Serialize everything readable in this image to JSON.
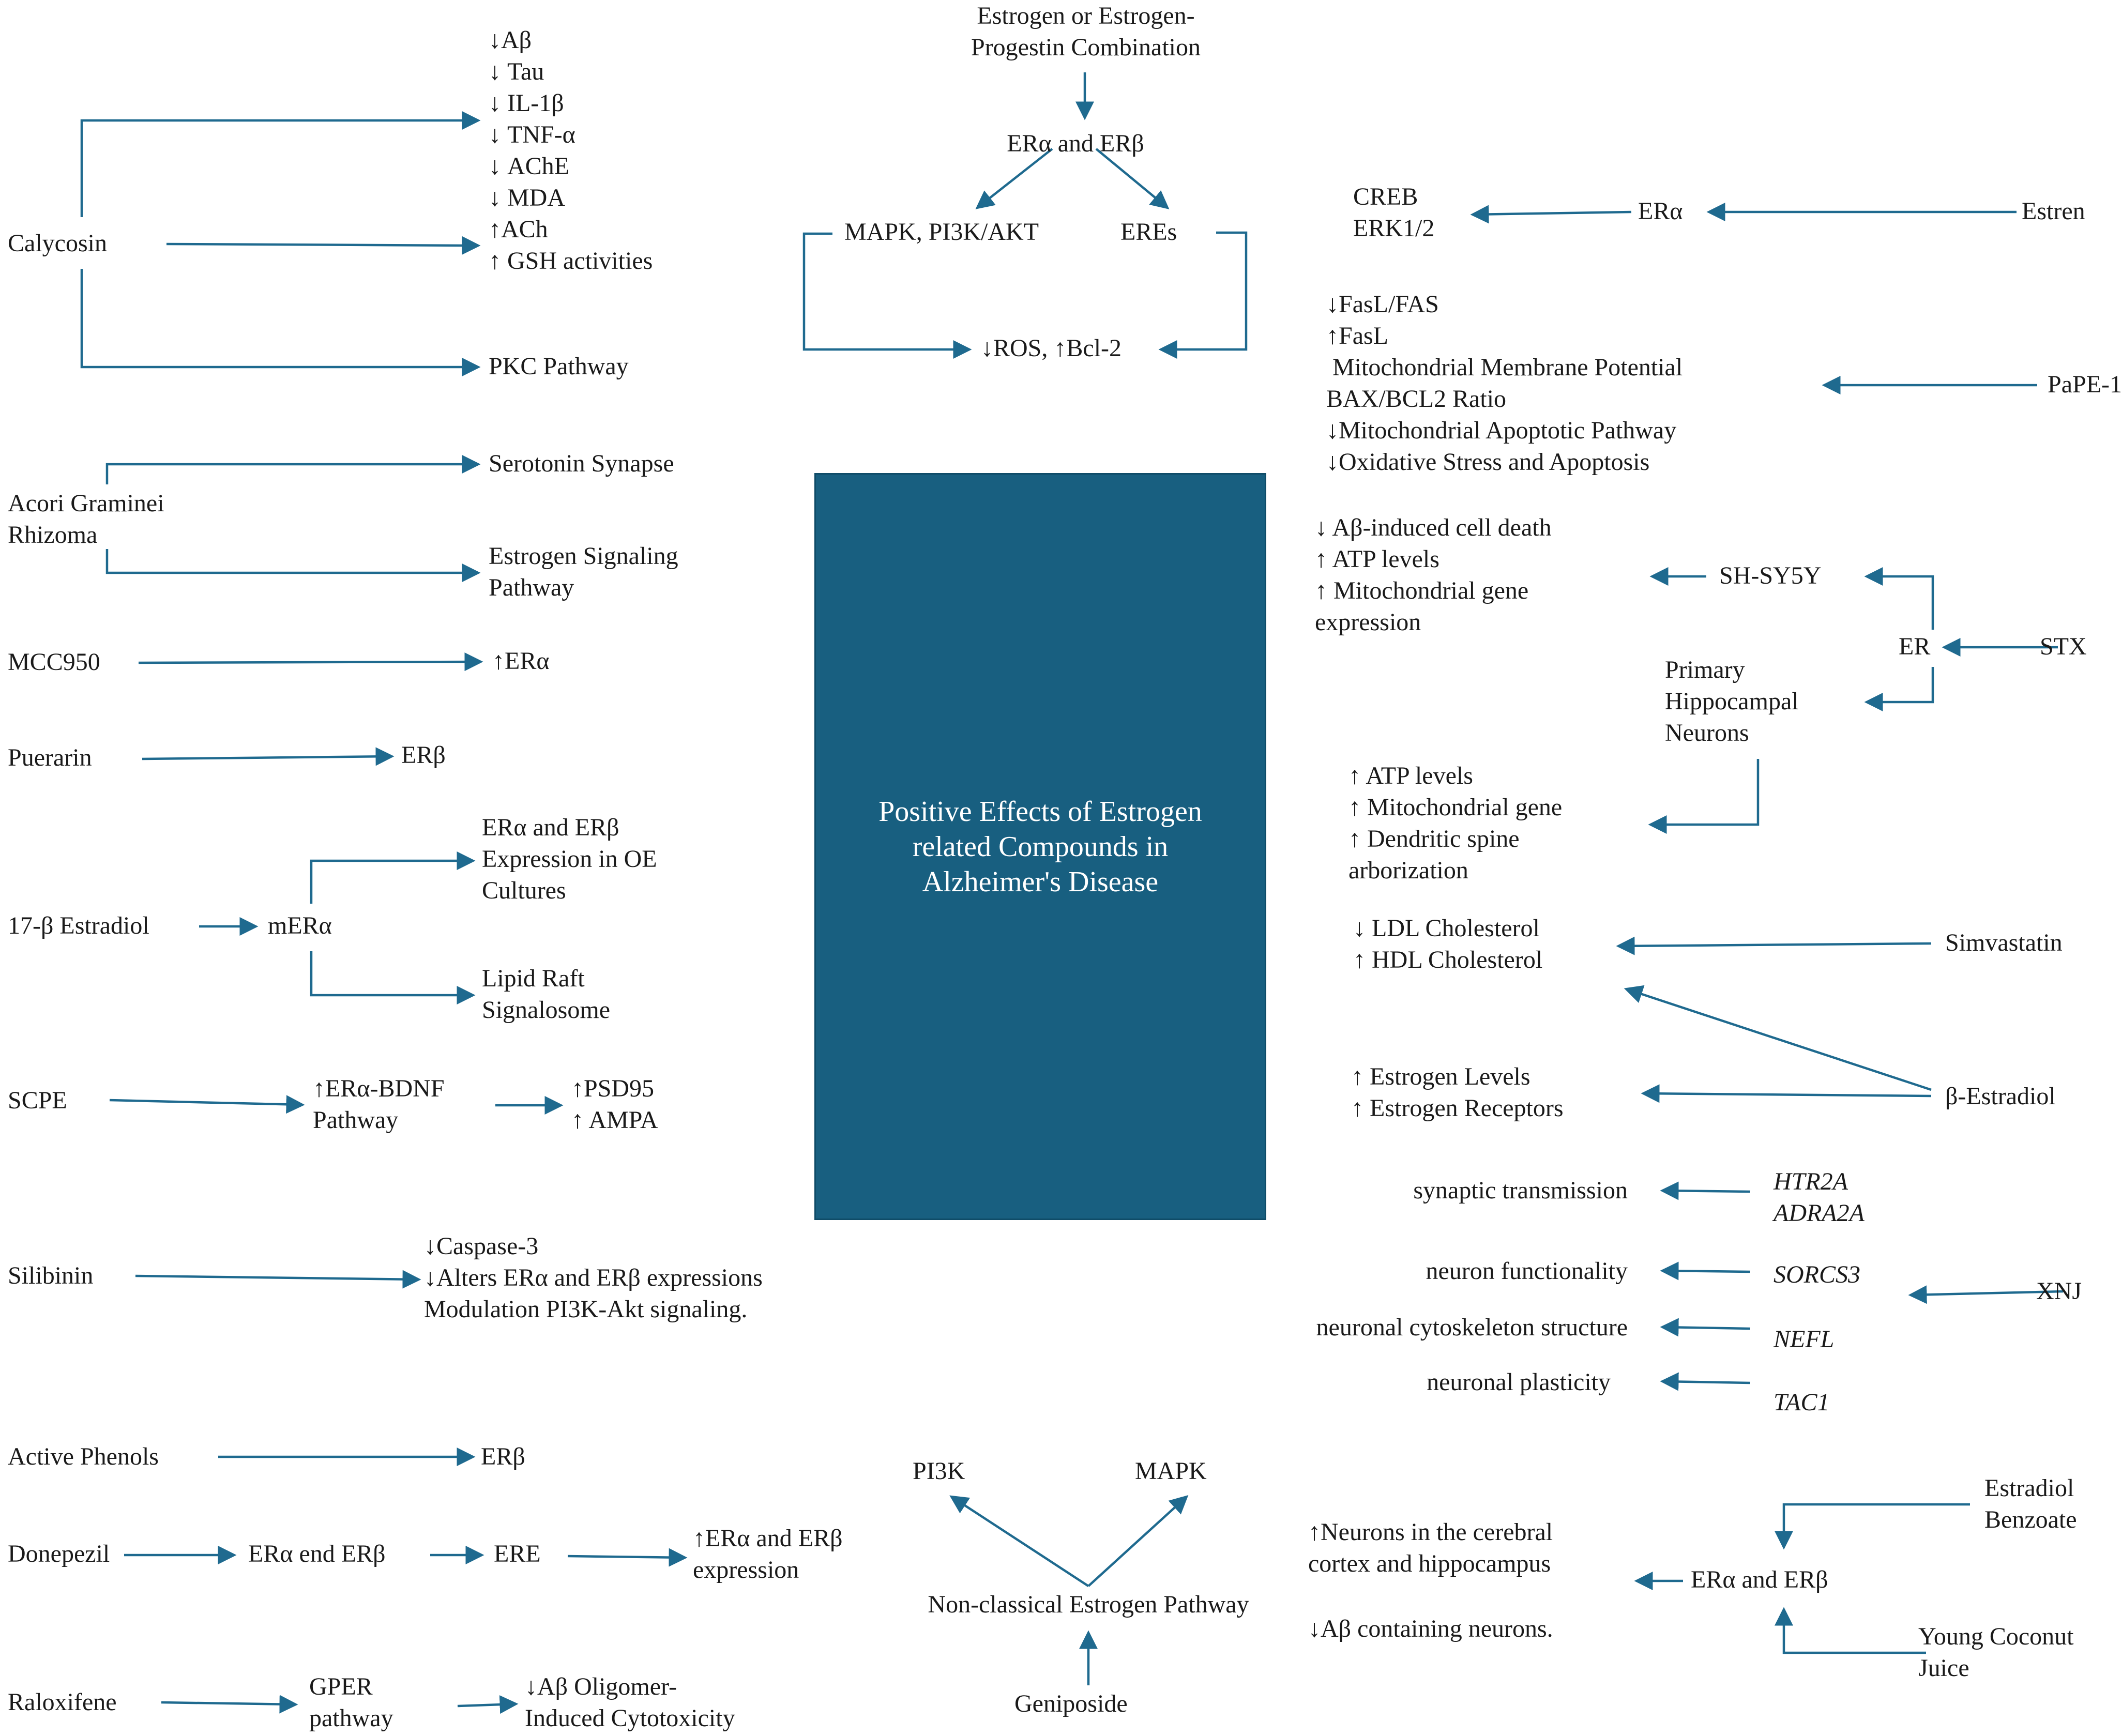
{
  "colors": {
    "arrow": "#1f6a8f",
    "center_box_fill": "#185f80",
    "center_box_text": "#ffffff",
    "text": "#1a1a1a"
  },
  "center": {
    "title": "Positive Effects of Estrogen\nrelated Compounds in\nAlzheimer's Disease"
  },
  "top_center": {
    "source": "Estrogen or Estrogen-\nProgestin Combination",
    "receptors": "ERα and ERβ",
    "mapk": "MAPK, PI3K/AKT",
    "eres": "EREs",
    "outcome": "↓ROS, ↑Bcl-2"
  },
  "left": {
    "calycosin": {
      "compound": "Calycosin",
      "effects": "↓Aβ\n↓ Tau\n↓ IL-1β\n↓ TNF-α\n↓ AChE\n↓ MDA\n↑ACh\n↑ GSH activities",
      "pkc": "PKC Pathway"
    },
    "acori": {
      "compound": "Acori Graminei\nRhizoma",
      "serotonin": "Serotonin Synapse",
      "estrogen_signaling": "Estrogen Signaling\nPathway"
    },
    "mcc950": {
      "compound": "MCC950",
      "target": "↑ERα"
    },
    "puerarin": {
      "compound": "Puerarin",
      "target": "ERβ"
    },
    "estradiol17": {
      "compound": "17-β Estradiol",
      "receptor": "mERα",
      "expression": "ERα and ERβ\nExpression in OE\nCultures",
      "lipid": "Lipid Raft\nSignalosome"
    },
    "scpe": {
      "compound": "SCPE",
      "pathway": "↑ERα-BDNF\nPathway",
      "outcome": "↑PSD95\n↑ AMPA"
    },
    "silibinin": {
      "compound": "Silibinin",
      "outcome": "↓Caspase-3\n↓Alters ERα and ERβ expressions\nModulation PI3K-Akt signaling."
    },
    "active_phenols": {
      "compound": "Active Phenols",
      "target": "ERβ"
    },
    "donepezil": {
      "compound": "Donepezil",
      "receptors": "ERα end ERβ",
      "ere": "ERE",
      "outcome": "↑ERα and ERβ\nexpression"
    },
    "raloxifene": {
      "compound": "Raloxifene",
      "pathway": "GPER\npathway",
      "outcome": "↓Aβ Oligomer-\nInduced Cytotoxicity"
    }
  },
  "bottom_center": {
    "pi3k": "PI3K",
    "mapk": "MAPK",
    "pathway": "Non-classical Estrogen Pathway",
    "compound": "Geniposide"
  },
  "right": {
    "estren": {
      "compound": "Estren",
      "receptor": "ERα",
      "targets": "CREB\nERK1/2"
    },
    "pape1": {
      "compound": "PaPE-1",
      "effects": "↓FasL/FAS\n↑FasL\n Mitochondrial Membrane Potential\nBAX/BCL2 Ratio\n↓Mitochondrial Apoptotic Pathway\n↓Oxidative Stress and Apoptosis"
    },
    "stx": {
      "compound": "STX",
      "receptor": "ER",
      "sh_sy5y": "SH-SY5Y",
      "sh_effects": "↓ Aβ-induced cell death\n↑ ATP levels\n↑ Mitochondrial gene\nexpression",
      "primary": "Primary\nHippocampal\nNeurons",
      "primary_effects": "↑ ATP levels\n↑ Mitochondrial gene\n↑ Dendritic spine\narborization"
    },
    "simvastatin": {
      "compound": "Simvastatin",
      "effects": "↓ LDL Cholesterol\n↑ HDL Cholesterol"
    },
    "beta_estradiol": {
      "compound": "β-Estradiol",
      "effects": "↑ Estrogen Levels\n↑ Estrogen Receptors"
    },
    "xnj": {
      "compound": "XNJ",
      "genes": [
        "HTR2A\nADRA2A",
        "SORCS3",
        "NEFL",
        "TAC1"
      ],
      "functions": [
        "synaptic transmission",
        "neuron functionality",
        "neuronal cytoskeleton structure",
        "neuronal plasticity"
      ]
    },
    "estradiol_benzoate": {
      "compound": "Estradiol\nBenzoate",
      "coconut": "Young Coconut\nJuice",
      "receptors": "ERα and ERβ",
      "effect1": "↑Neurons in the cerebral\ncortex and hippocampus",
      "effect2": "↓Aβ containing neurons."
    }
  }
}
